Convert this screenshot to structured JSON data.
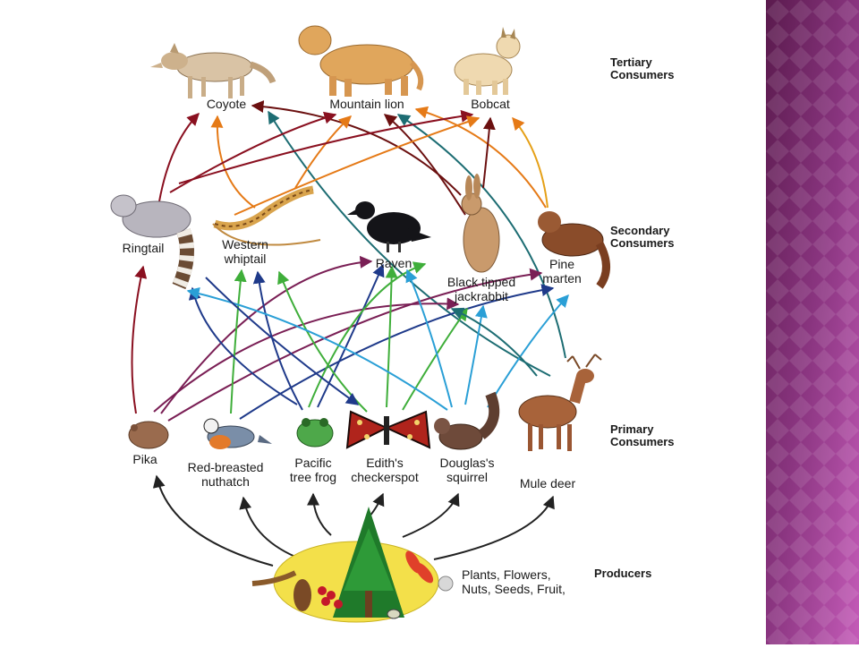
{
  "levels": {
    "tertiary": "Tertiary\nConsumers",
    "secondary": "Secondary\nConsumers",
    "primary": "Primary\nConsumers",
    "producers": "Producers"
  },
  "organisms": {
    "coyote": "Coyote",
    "mountain_lion": "Mountain lion",
    "bobcat": "Bobcat",
    "ringtail": "Ringtail",
    "western_whiptail": "Western\nwhiptail",
    "raven": "Raven",
    "black_tipped_jackrabbit": "Black tipped\njackrabbit",
    "pine_marten": "Pine\nmarten",
    "pika": "Pika",
    "red_breasted_nuthatch": "Red-breasted\nnuthatch",
    "pacific_tree_frog": "Pacific\ntree frog",
    "ediths_checkerspot": "Edith's\ncheckerspot",
    "douglas_squirrel": "Douglas's\nsquirrel",
    "mule_deer": "Mule deer",
    "producers_desc": "Plants, Flowers,\nNuts, Seeds, Fruit,"
  },
  "colors": {
    "panel_dark": "#5a1a4d",
    "panel_light": "#b24fa6",
    "producer_oval": "#f3e04a"
  }
}
